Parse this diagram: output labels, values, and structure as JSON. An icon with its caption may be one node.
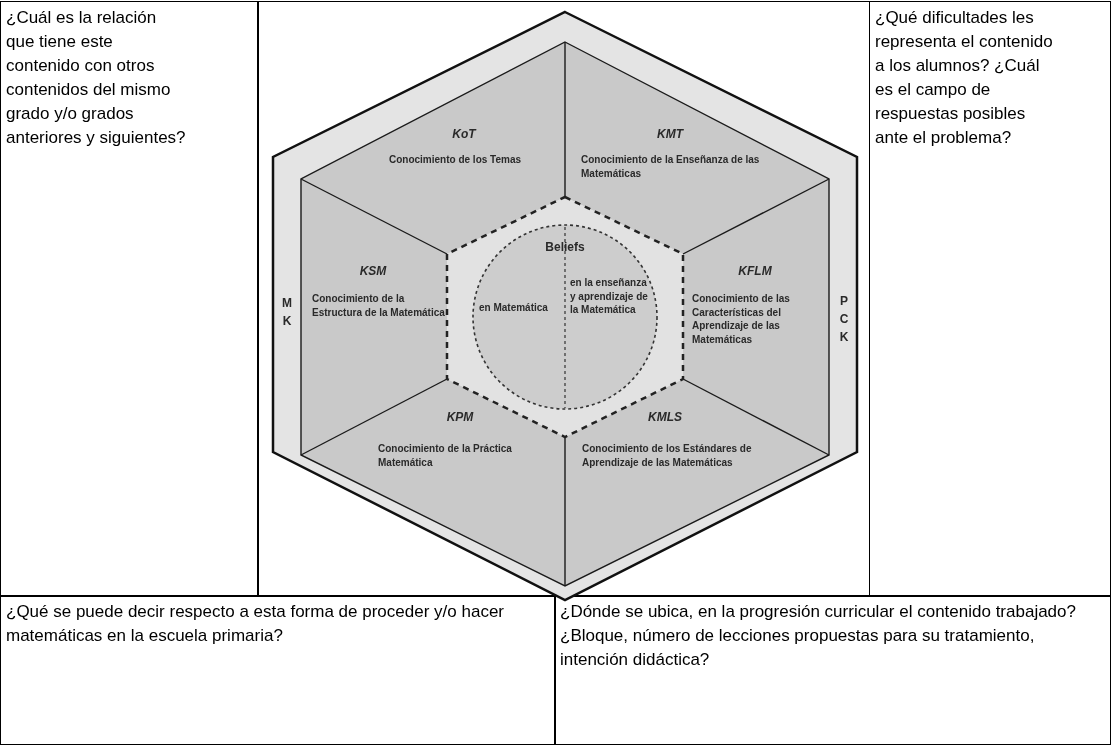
{
  "diagram": {
    "nodes": [
      {
        "text": [
          "MK",
          "PCK"
        ]
      },
      {
        "text": [
          "KoT",
          "Conocimiento de los Temas"
        ],
        "in": 0
      },
      {
        "text": [
          "KMT",
          "Conocimiento de la Enseñanza de las Matemáticas"
        ],
        "in": 0
      },
      {
        "text": [
          "KSM",
          "Conocimiento de la Estructura de la Matemática"
        ],
        "in": 0
      },
      {
        "text": [
          "KFLM",
          "Conocimiento de las Características del Aprendizaje de las Matemáticas"
        ],
        "in": 0
      },
      {
        "text": [
          "KPM",
          "Conocimiento de la Práctica Matemática"
        ],
        "in": 0
      },
      {
        "text": [
          "KMLS",
          "Conocimiento de los Estándares de Aprendizaje de las Matemáticas"
        ],
        "in": 0
      },
      {
        "text": [],
        "shape": "hexagon",
        "in": 0
      },
      {
        "text": [
          "Beliefs",
          "en Matemática",
          "en la enseñanza y aprendizaje de la Matemática"
        ],
        "in": 7
      }
    ],
    "labels": [
      "¿Cuál es la relación que tiene este contenido con otros contenidos del mismo grado y/o grados anteriores y siguientes?",
      "¿Qué dificultades les representa el contenido a los alumnos? ¿Cuál es el campo de respuestas posibles ante el problema?",
      "¿Qué se puede decir respecto a esta forma de proceder y/o hacer matemáticas en la escuela primaria?",
      "¿Dónde se ubica, en la progresión curricular el contenido trabajado? ¿Bloque, número de lecciones propuestas para su tratamiento, intención didáctica?"
    ]
  }
}
